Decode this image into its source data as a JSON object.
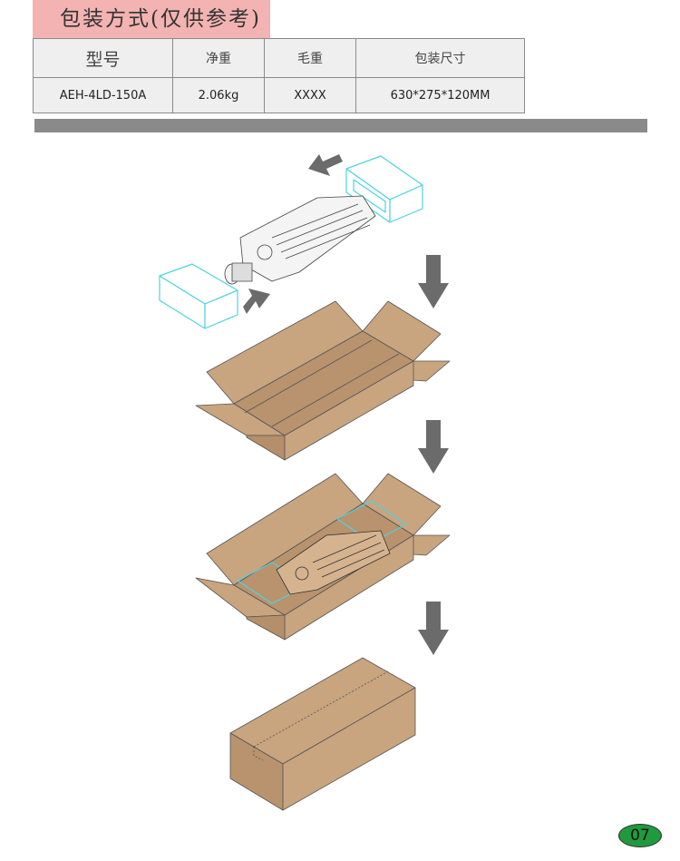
{
  "title": "包装方式(仅供参考)",
  "table": {
    "headers": [
      "型号",
      "净重",
      "毛重",
      "包装尺寸"
    ],
    "row": [
      "AEH-4LD-150A",
      "2.06kg",
      "XXXX",
      "630*275*120MM"
    ]
  },
  "page_number": "07",
  "colors": {
    "title_bg": "#f4b3b3",
    "box": "#c8a47f",
    "foam": "#4fd3e0",
    "arrow": "#6b6b6b",
    "badge": "#1f9a3c"
  }
}
